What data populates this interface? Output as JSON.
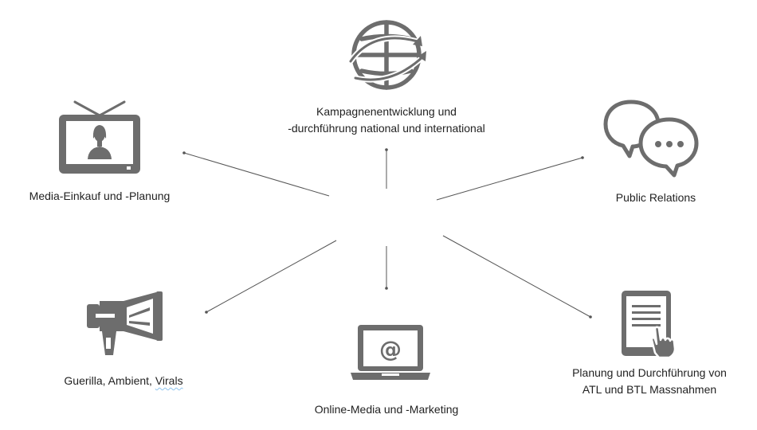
{
  "nodes": {
    "campaign": {
      "line1": "Kampagnenentwicklung und",
      "line2": "-durchführung national und international",
      "icon": "globe-arrows-icon"
    },
    "media_buying": {
      "label": "Media-Einkauf und -Planung",
      "icon": "tv-presenter-icon"
    },
    "pr": {
      "label": "Public Relations",
      "icon": "speech-bubbles-icon"
    },
    "guerilla": {
      "label_prefix": "Guerilla, Ambient, ",
      "label_suffix": "Virals",
      "icon": "megaphone-icon"
    },
    "online": {
      "label": "Online-Media und -Marketing",
      "icon": "laptop-at-icon"
    },
    "atl_btl": {
      "line1": "Planung und Durchführung von",
      "line2": "ATL und BTL Massnahmen",
      "icon": "tablet-touch-icon"
    }
  },
  "colors": {
    "icon": "#6d6d6d",
    "connector": "#555555",
    "text": "#222222",
    "spellcheck": "#8fc4ee"
  }
}
